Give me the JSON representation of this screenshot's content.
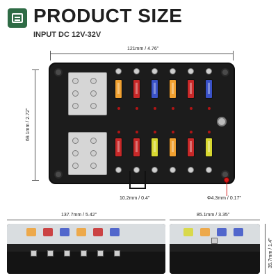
{
  "header": {
    "title": "PRODUCT SIZE",
    "subtitle": "INPUT DC 12V-32V"
  },
  "dimensions": {
    "width_top": "121mm / 4.76''",
    "height_left": "69.1mm / 2.72''",
    "fuse_gap": "10.2mm / 0.4''",
    "hole_dia": "Φ4.3mm / 0.17''",
    "side_length": "137.7mm / 5.42''",
    "side_width": "85.1mm / 3.35''",
    "side_height": "35.7mm / 1.4''"
  },
  "colors": {
    "brand": "#2e6b45",
    "box": "#1c1c1c",
    "hole_marker": "#d81b1b"
  },
  "fuses": {
    "top_row": [
      "#f0a030",
      "#c82828",
      "#3a52c8",
      "#f0a030",
      "#c82828",
      "#3a52c8"
    ],
    "bottom_row": [
      "#c82828",
      "#c82828",
      "#d8d830",
      "#f0a030",
      "#c82828",
      "#d8d830"
    ]
  }
}
